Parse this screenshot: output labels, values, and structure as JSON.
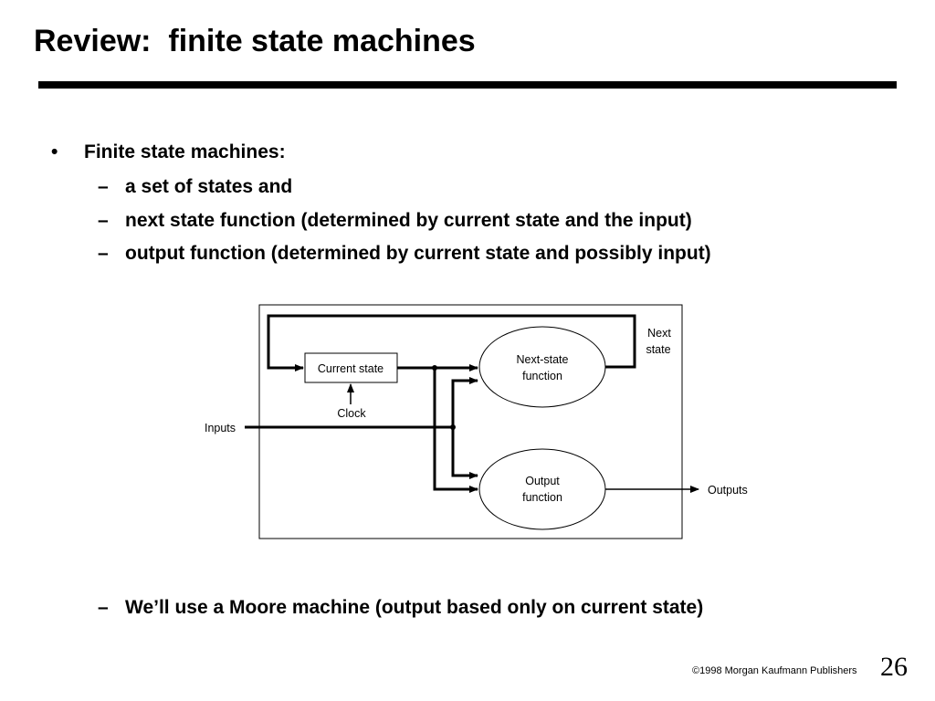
{
  "slide": {
    "title": "Review:  finite state machines",
    "bullet_main": "Finite state machines:",
    "bullet_symbol": "•",
    "dash_symbol": "–",
    "sub_items": [
      "a set of states and",
      "next state function (determined by current state and the input)",
      "output function (determined by current state and possibly input)"
    ],
    "closing_item": "We’ll use a Moore machine (output based only on current state)"
  },
  "diagram": {
    "current_state": "Current state",
    "next_state_function": [
      "Next-state",
      "function"
    ],
    "output_function": [
      "Output",
      "function"
    ],
    "clock": "Clock",
    "inputs": "Inputs",
    "next_state": [
      "Next",
      "state"
    ],
    "outputs": "Outputs"
  },
  "footer": {
    "copyright": "©1998 Morgan Kaufmann Publishers",
    "page_number": "26"
  }
}
